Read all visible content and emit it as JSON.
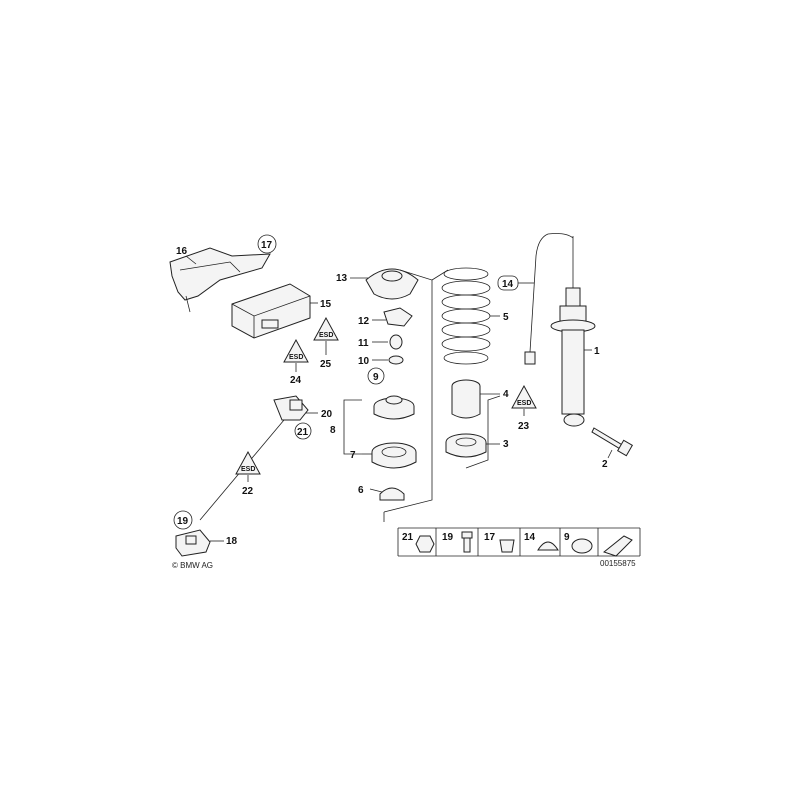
{
  "callouts": {
    "c1": "1",
    "c2": "2",
    "c3": "3",
    "c4": "4",
    "c5": "5",
    "c6": "6",
    "c7": "7",
    "c8": "8",
    "c9": "9",
    "c10": "10",
    "c11": "11",
    "c12": "12",
    "c13": "13",
    "c14": "14",
    "c15": "15",
    "c16": "16",
    "c17": "17",
    "c18": "18",
    "c19": "19",
    "c20": "20",
    "c21": "21",
    "c22": "22",
    "c23": "23",
    "c24": "24",
    "c25": "25"
  },
  "legend": {
    "n21": "21",
    "n19": "19",
    "n17": "17",
    "n14": "14",
    "n9": "9"
  },
  "warning_symbol_text": "ESD",
  "copyright": "© BMW AG",
  "diagram_number": "00155875",
  "colors": {
    "line": "#222222",
    "part_fill": "#f4f4f4",
    "background": "#ffffff"
  }
}
